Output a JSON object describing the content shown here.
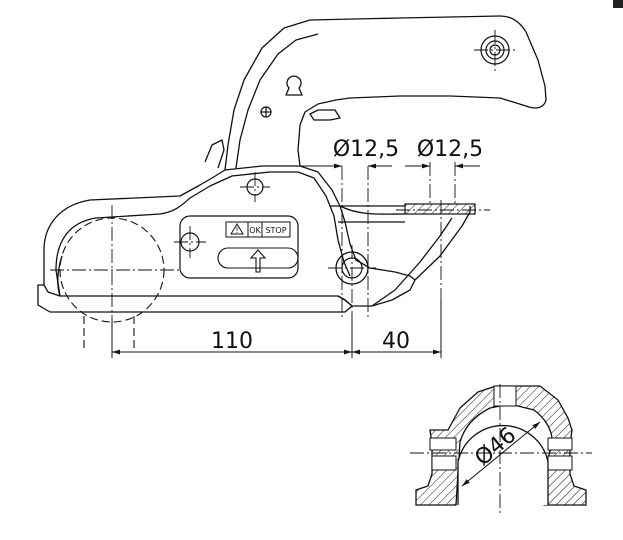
{
  "dimensions": {
    "bore_left": "Ø12,5",
    "bore_right": "Ø12,5",
    "length_main": "110",
    "length_offset": "40",
    "ball_diameter": "Ø46"
  },
  "indicator_labels": {
    "warning_symbol": "!",
    "ok": "OK",
    "stop": "STOP"
  }
}
